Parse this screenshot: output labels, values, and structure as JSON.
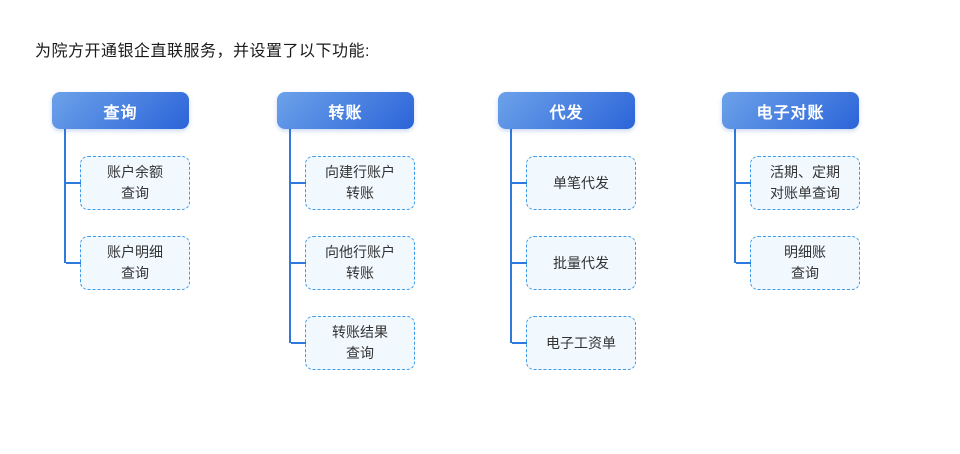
{
  "page": {
    "title": "为院方开通银企直联服务，并设置了以下功能:"
  },
  "colors": {
    "title_text": "#1A1A1A",
    "header_grad_start": "#6CA2E9",
    "header_grad_end": "#2C64D9",
    "connector": "#2E79DB",
    "child_border": "#3E9BEC",
    "child_bg": "#F1F8FE",
    "child_text": "#333333"
  },
  "groups": [
    {
      "title": "查询",
      "children": [
        "账户余额\n查询",
        "账户明细\n查询"
      ]
    },
    {
      "title": "转账",
      "children": [
        "向建行账户\n转账",
        "向他行账户\n转账",
        "转账结果\n查询"
      ]
    },
    {
      "title": "代发",
      "children": [
        "单笔代发",
        "批量代发",
        "电子工资单"
      ]
    },
    {
      "title": "电子对账",
      "children": [
        "活期、定期\n对账单查询",
        "明细账\n查询"
      ]
    }
  ]
}
